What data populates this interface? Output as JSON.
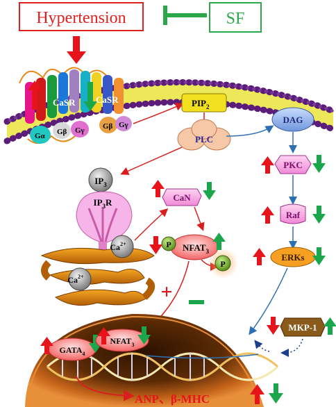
{
  "header": {
    "cause": "Hypertension",
    "drug": "SF",
    "cause_color": "#e02020",
    "drug_color": "#2aa84a"
  },
  "receptors": {
    "left": "CaSR",
    "right": "CaSR"
  },
  "g_proteins": {
    "alpha": "Gα",
    "beta": "Gβ",
    "gamma": "Gγ",
    "beta2": "Gβ",
    "gamma2": "Gγ"
  },
  "nodes": {
    "pip2": "PIP",
    "pip2_sub": "2",
    "plc": "PLC",
    "dag": "DAG",
    "pkc": "PKC",
    "raf": "Raf",
    "erks": "ERKs",
    "mkp1": "MKP-1",
    "ip3": "IP",
    "ip3_sub": "3",
    "ip3r": "IP",
    "ip3r_sub": "3",
    "ip3r_tail": "R",
    "can": "CaN",
    "nfat3": "NFAT",
    "nfat3_sub": "3",
    "p_small": "P",
    "p_released": "P",
    "ca1": "Ca",
    "ca1_sup": "2+",
    "ca2": "Ca",
    "ca2_sup": "2+",
    "gata4": "GATA",
    "gata4_sub": "4",
    "nfat3_nuc": "NFAT",
    "nfat3_nuc_sub": "3"
  },
  "signs": {
    "plus": "+",
    "minus": "−"
  },
  "output": {
    "label": "ANP、β-MHC"
  },
  "colors": {
    "up": "#e8141c",
    "down": "#1aa64a",
    "pathway": "#2d6fb5",
    "inhibit": "#d91e1e"
  }
}
